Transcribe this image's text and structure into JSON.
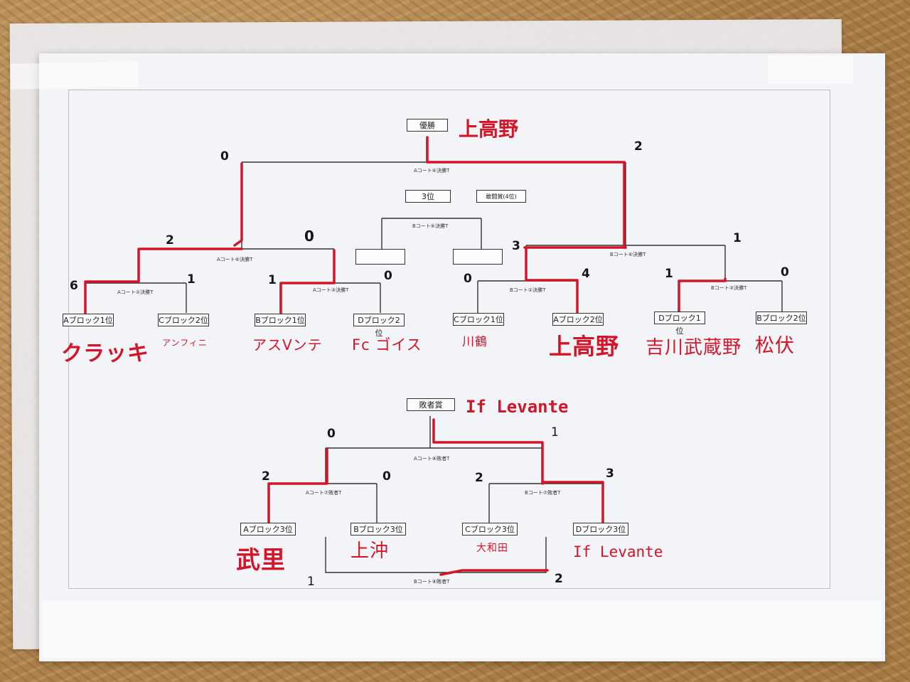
{
  "photo": {
    "accent_color": "#d3152a"
  },
  "main_bracket": {
    "winner_label": "優勝",
    "winner_name": "上高野",
    "third_label": "3位",
    "fourth_label": "敢闘賞(4位)",
    "final_court": "Aコート⑥決勝T",
    "third_court": "Bコート⑥決勝T",
    "left_semi_court": "Aコート⑥決勝T",
    "right_semi_court": "Bコート⑥決勝T",
    "court_a2": "Aコート②決勝T",
    "court_a3": "Aコート③決勝T",
    "court_b2": "Bコート②決勝T",
    "court_b3": "Bコート③決勝T",
    "scores": {
      "final_left": "0",
      "final_right": "2",
      "semi1_left": "2",
      "semi1_right": "0",
      "semi2_left": "3",
      "semi2_right": "1",
      "qf1_left": "6",
      "qf1_right": "1",
      "qf2_left": "1",
      "qf2_right": "0",
      "qf3_left": "0",
      "qf3_right": "4",
      "qf4_left": "1",
      "qf4_right": "0"
    },
    "slots": [
      {
        "label": "Aブロック1位",
        "team": "クラッキ"
      },
      {
        "label": "Cブロック2位",
        "team": "アンフィニ"
      },
      {
        "label": "Bブロック1位",
        "team": "アスVンテ"
      },
      {
        "label": "Dブロック2位",
        "team": "Fc ゴイス"
      },
      {
        "label": "Cブロック1位",
        "team": "川鶴"
      },
      {
        "label": "Aブロック2位",
        "team": "上高野"
      },
      {
        "label": "Dブロック1位",
        "team": "吉川武蔵野"
      },
      {
        "label": "Bブロック2位",
        "team": "松伏"
      }
    ]
  },
  "consolation": {
    "label": "敗者賞",
    "winner_name": "If Levante",
    "final_court": "Aコート⑧敗者T",
    "left_court": "Aコート⑦敗者T",
    "right_court": "Bコート⑦敗者T",
    "bottom_court": "Bコート⑧敗者T",
    "scores": {
      "final_left": "0",
      "final_right": "1",
      "left_left": "2",
      "left_right": "0",
      "right_left": "2",
      "right_right": "3",
      "bottom_left": "1",
      "bottom_right": "2"
    },
    "slots": [
      {
        "label": "Aブロック3位",
        "team": "武里"
      },
      {
        "label": "Bブロック3位",
        "team": "上沖"
      },
      {
        "label": "Cブロック3位",
        "team": "大和田"
      },
      {
        "label": "Dブロック3位",
        "team": "If Levante"
      }
    ]
  }
}
